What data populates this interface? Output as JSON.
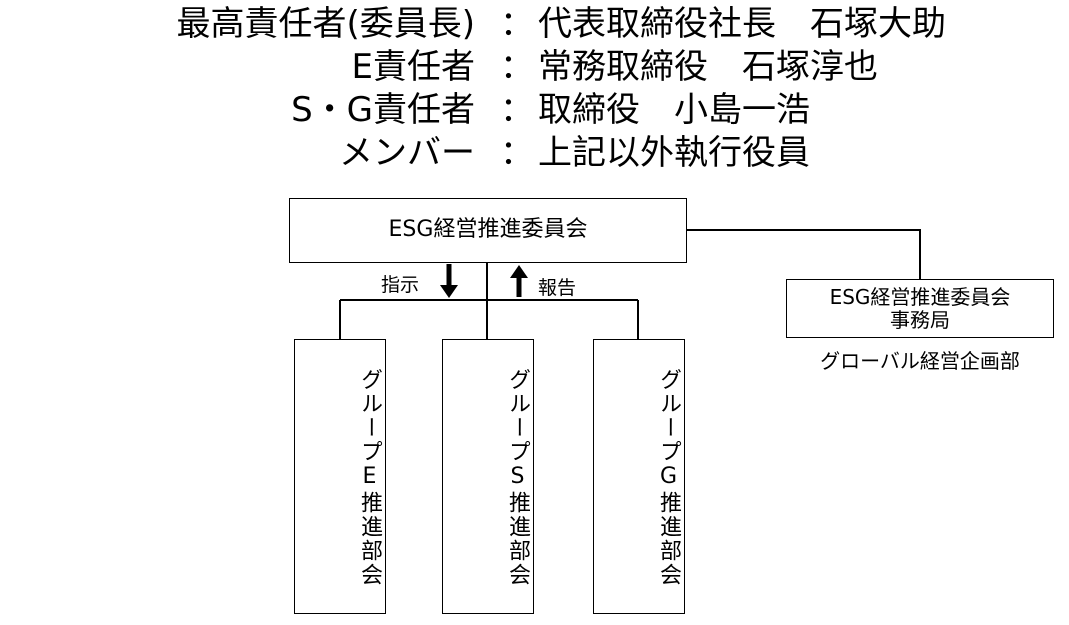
{
  "roles": [
    {
      "title": "最高責任者(委員長)",
      "colon": "：",
      "holder": "代表取締役社長　石塚大助"
    },
    {
      "title": "E責任者",
      "colon": "：",
      "holder": "常務取締役　石塚淳也"
    },
    {
      "title": "S・G責任者",
      "colon": "：",
      "holder": "取締役　小島一浩"
    },
    {
      "title": "メンバー",
      "colon": "：",
      "holder": "上記以外執行役員"
    }
  ],
  "committee": {
    "label": "ESG経営推進委員会"
  },
  "flow": {
    "instruct": "指示",
    "report": "報告"
  },
  "secretariat": {
    "label_line1": "ESG経営推進委員会",
    "label_line2": "事務局",
    "department": "グローバル経営企画部"
  },
  "groups": [
    {
      "label": "グループE推進部会"
    },
    {
      "label": "グループS推進部会"
    },
    {
      "label": "グループG推進部会"
    }
  ]
}
